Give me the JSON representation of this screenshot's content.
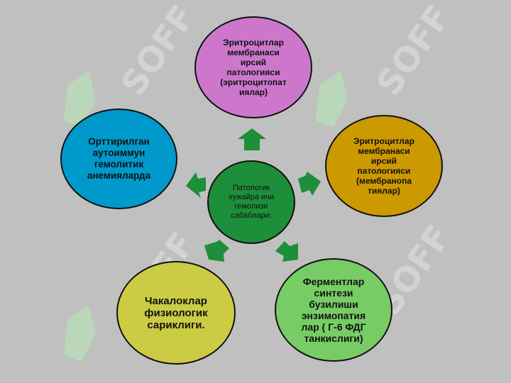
{
  "diagram": {
    "center": "Патологик\nхужайра ичи\nгемолизи\nсабаблари:",
    "top": "Эритроцитлар\nмембранаси\nирсий\nпатологияси\n(эритроцитопат\nиялар)",
    "right": "Эритроцитлар\nмембранаси\nирсий\nпатологияси\n(мембранопа\nтиялар)",
    "left": "Орттирилган\nаутоиммун\nгемолитик\nанемияларда",
    "bottom_left": "Чакалоклар\nфизиологик\nсариклиги.",
    "bottom_right": "Ферментлар\nсинтези\nбузилиши\nэнзимопатия\nлар ( Г-6 ФДГ\nтанкислиги)"
  },
  "watermark": "SOFF",
  "colors": {
    "background": "#c0c0c0",
    "center": "#1d8e3a",
    "top": "#cc77cc",
    "right": "#cc9900",
    "left": "#0099cc",
    "bottom_left": "#cccc44",
    "bottom_right": "#77cc66",
    "arrow": "#1d8e3a"
  }
}
